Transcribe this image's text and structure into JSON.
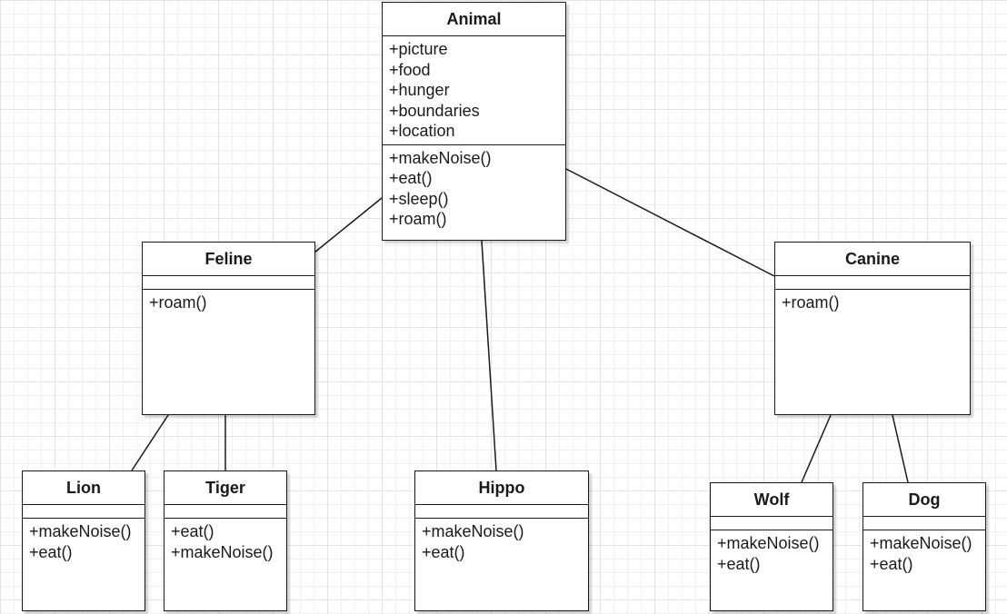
{
  "classes": [
    {
      "id": "animal",
      "name": "Animal",
      "attributes": [
        "+picture",
        "+food",
        "+hunger",
        "+boundaries",
        "+location"
      ],
      "methods": [
        "+makeNoise()",
        "+eat()",
        "+sleep()",
        "+roam()"
      ]
    },
    {
      "id": "feline",
      "name": "Feline",
      "attributes": [],
      "methods": [
        "+roam()"
      ]
    },
    {
      "id": "canine",
      "name": "Canine",
      "attributes": [],
      "methods": [
        "+roam()"
      ]
    },
    {
      "id": "lion",
      "name": "Lion",
      "attributes": [],
      "methods": [
        "+makeNoise()",
        "+eat()"
      ]
    },
    {
      "id": "tiger",
      "name": "Tiger",
      "attributes": [],
      "methods": [
        "+eat()",
        "+makeNoise()"
      ]
    },
    {
      "id": "hippo",
      "name": "Hippo",
      "attributes": [],
      "methods": [
        "+makeNoise()",
        "+eat()"
      ]
    },
    {
      "id": "wolf",
      "name": "Wolf",
      "attributes": [],
      "methods": [
        "+makeNoise()",
        "+eat()"
      ]
    },
    {
      "id": "dog",
      "name": "Dog",
      "attributes": [],
      "methods": [
        "+makeNoise()",
        "+eat()"
      ]
    }
  ],
  "relations": [
    {
      "from": "feline",
      "to": "animal"
    },
    {
      "from": "hippo",
      "to": "animal"
    },
    {
      "from": "canine",
      "to": "animal"
    },
    {
      "from": "lion",
      "to": "feline"
    },
    {
      "from": "tiger",
      "to": "feline"
    },
    {
      "from": "wolf",
      "to": "canine"
    },
    {
      "from": "dog",
      "to": "canine"
    }
  ]
}
